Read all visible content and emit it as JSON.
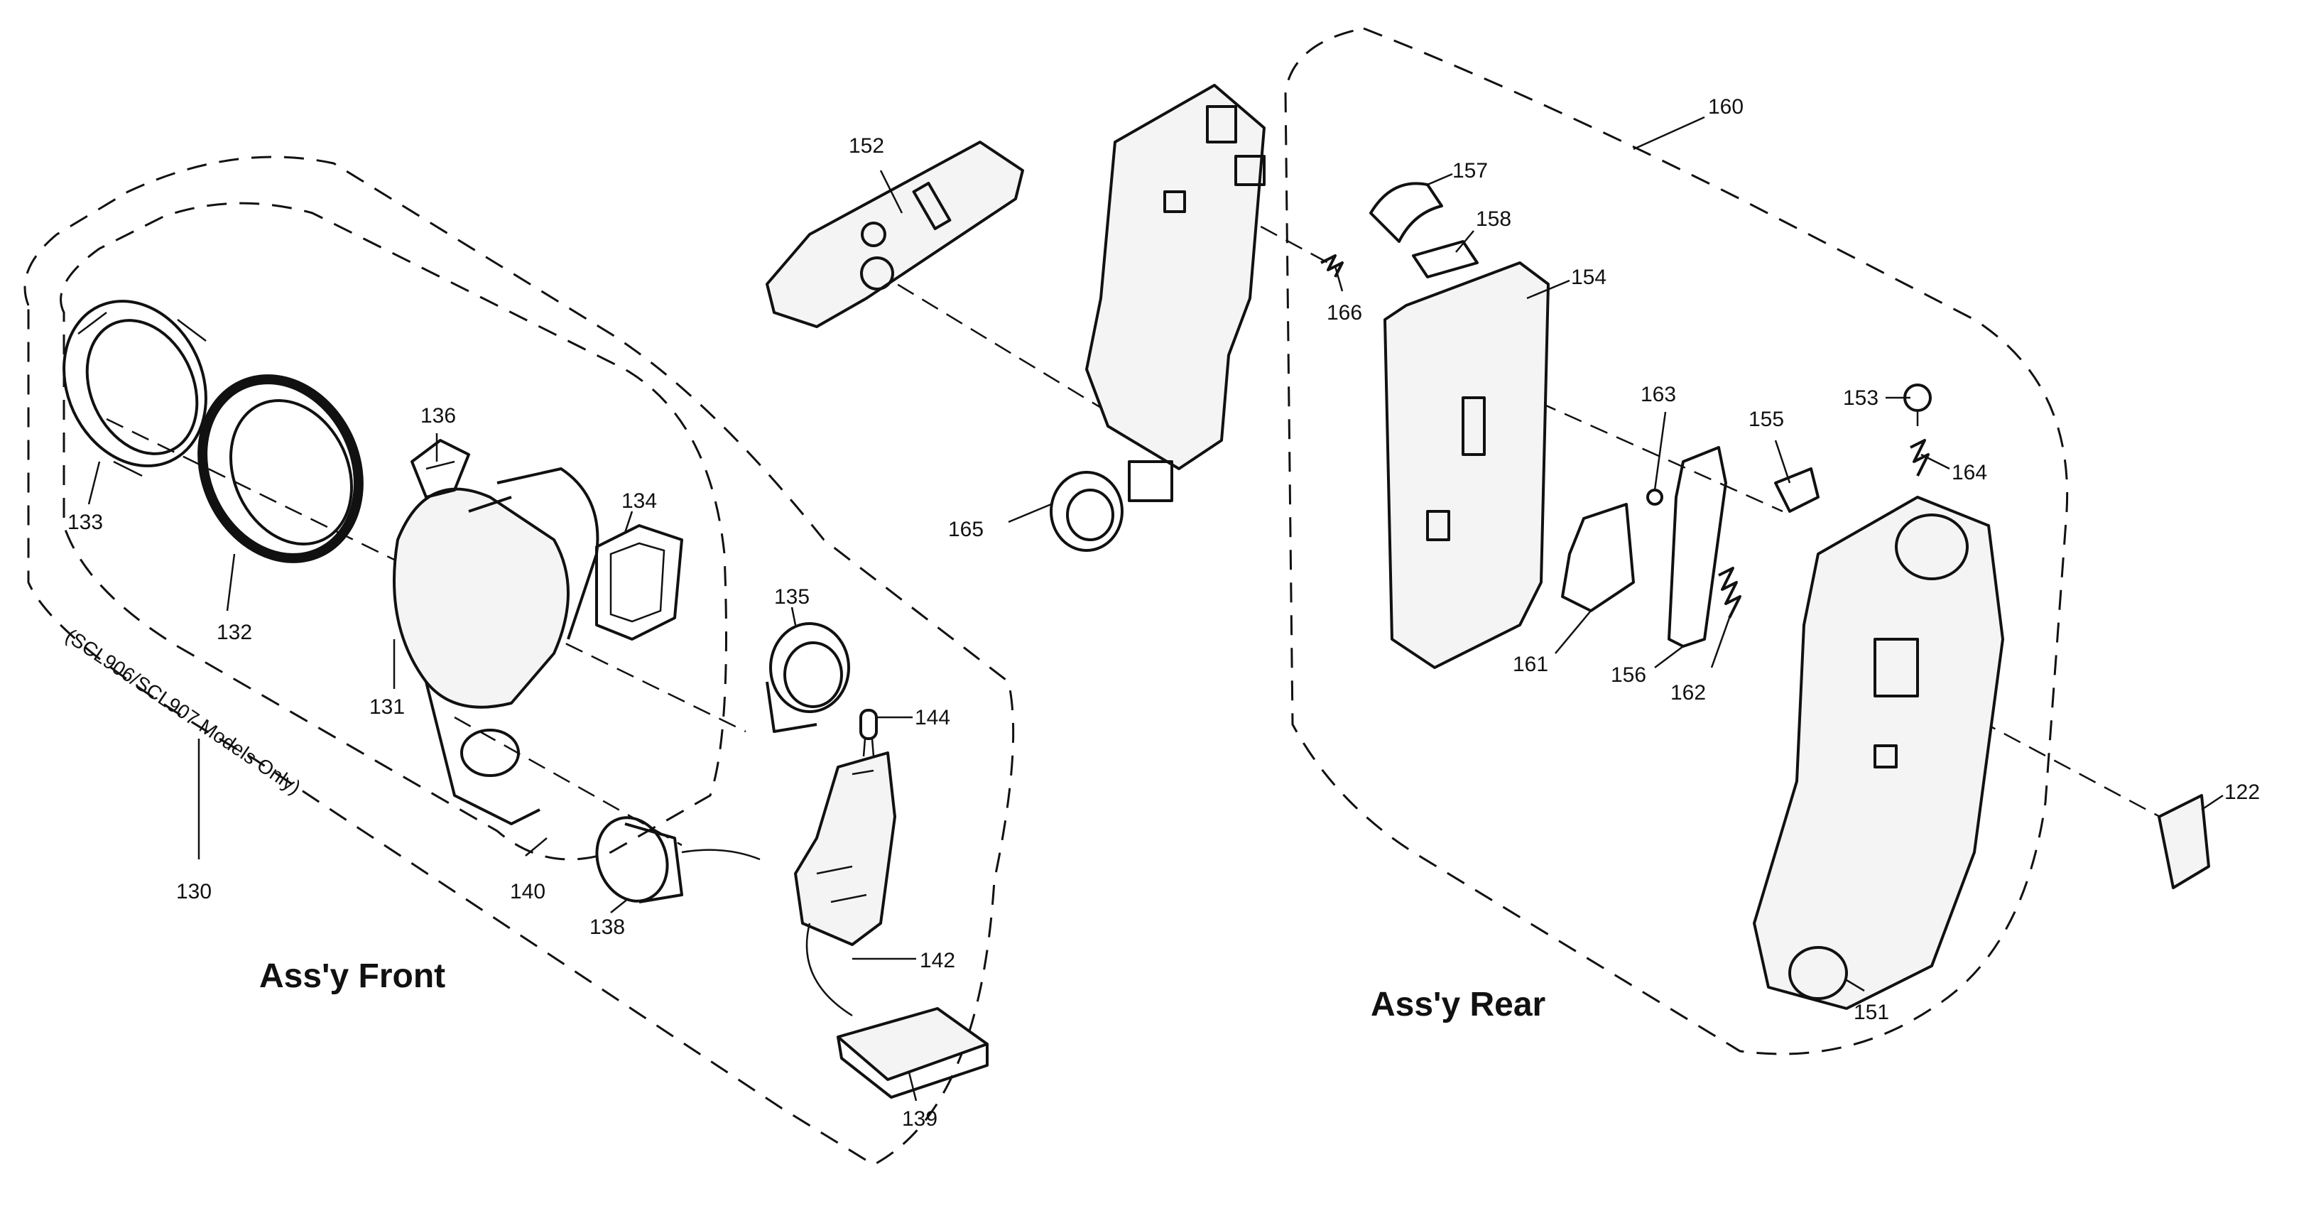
{
  "assemblies": {
    "front": "Ass'y Front",
    "rear": "Ass'y Rear",
    "front_note": "(SCL906/SCL907 Models Only)"
  },
  "labels": {
    "p122": "122",
    "p130": "130",
    "p131": "131",
    "p132": "132",
    "p133": "133",
    "p134": "134",
    "p135": "135",
    "p136": "136",
    "p138": "138",
    "p139": "139",
    "p140": "140",
    "p142": "142",
    "p144": "144",
    "p151": "151",
    "p152": "152",
    "p153": "153",
    "p154": "154",
    "p155": "155",
    "p156": "156",
    "p157": "157",
    "p158": "158",
    "p160": "160",
    "p161": "161",
    "p162": "162",
    "p163": "163",
    "p164": "164",
    "p165": "165",
    "p166": "166"
  }
}
